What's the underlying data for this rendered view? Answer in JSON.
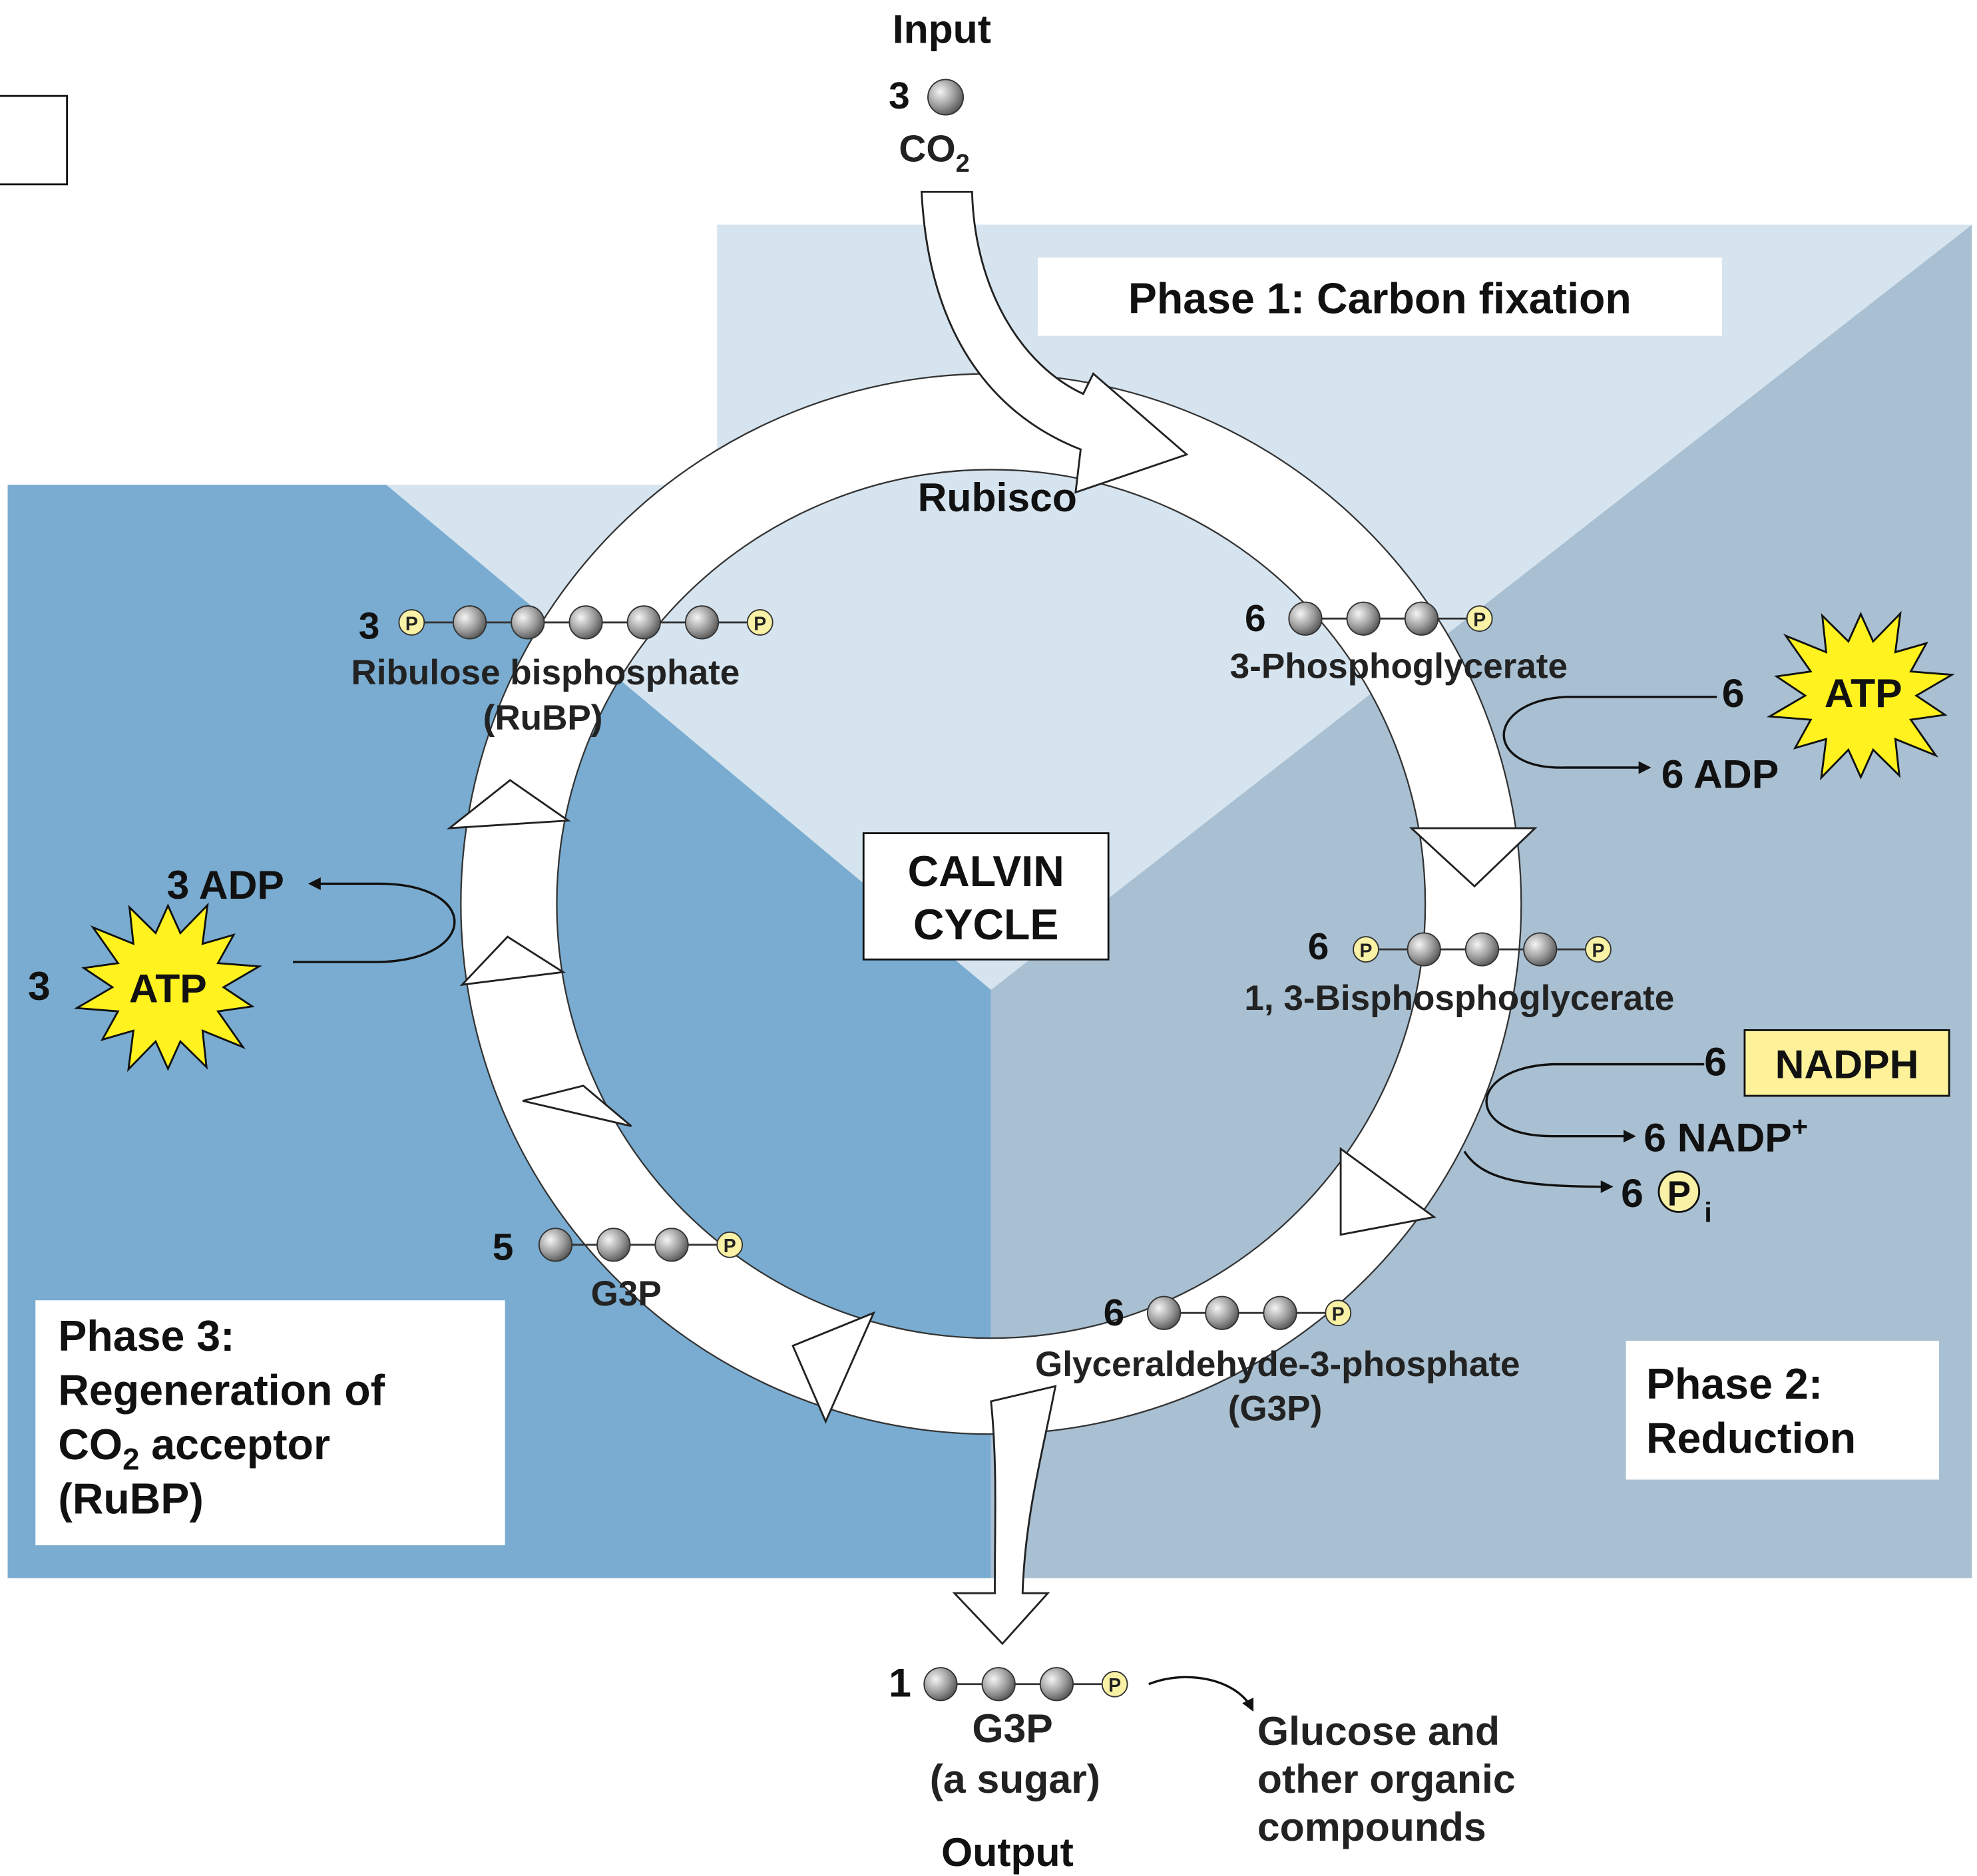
{
  "input": {
    "title": "Input",
    "count": "3",
    "molecule": "CO",
    "subscript": "2"
  },
  "phase1": {
    "label": "Phase 1: Carbon fixation"
  },
  "phase2": {
    "line1": "Phase 2:",
    "line2": "Reduction"
  },
  "phase3": {
    "line1": "Phase 3:",
    "line2": "Regeneration of",
    "line3a": "CO",
    "line3sub": "2",
    "line3b": " acceptor",
    "line4": "(RuBP)"
  },
  "enzyme": "Rubisco",
  "center": {
    "line1": "CALVIN",
    "line2": "CYCLE"
  },
  "phosphate_symbol": "P",
  "molecules": {
    "pga": {
      "count": "6",
      "name": "3-Phosphoglycerate"
    },
    "bpg": {
      "count": "6",
      "name": "1, 3-Bisphosphoglycerate"
    },
    "g3p": {
      "count": "6",
      "name": "Glyceraldehyde-3-phosphate",
      "abbr": "(G3P)"
    },
    "g3p5": {
      "count": "5",
      "name": "G3P"
    },
    "rubp": {
      "count": "3",
      "name": "Ribulose bisphosphate",
      "abbr": "(RuBP)"
    }
  },
  "atp_in_phase2": {
    "count": "6",
    "atp": "ATP",
    "adp": "6 ADP"
  },
  "nadph": {
    "count": "6",
    "label": "NADPH",
    "nadp": "6 NADP",
    "nadp_sup": "+",
    "pi_count": "6",
    "pi": "P",
    "pi_sub": "i"
  },
  "atp_in_phase3": {
    "count": "3",
    "atp": "ATP",
    "adp": "3 ADP"
  },
  "output": {
    "count": "1",
    "name": "G3P",
    "desc": "(a sugar)",
    "title": "Output",
    "dest1": "Glucose and",
    "dest2": "other organic",
    "dest3": "compounds"
  },
  "colors": {
    "phase1": "#d6e4ef",
    "phase2": "#a9c0d2",
    "phase3": "#79acd0",
    "atp": "#fff21e",
    "nadph": "#fdf29a",
    "phosphate": "#f9f1a6"
  }
}
